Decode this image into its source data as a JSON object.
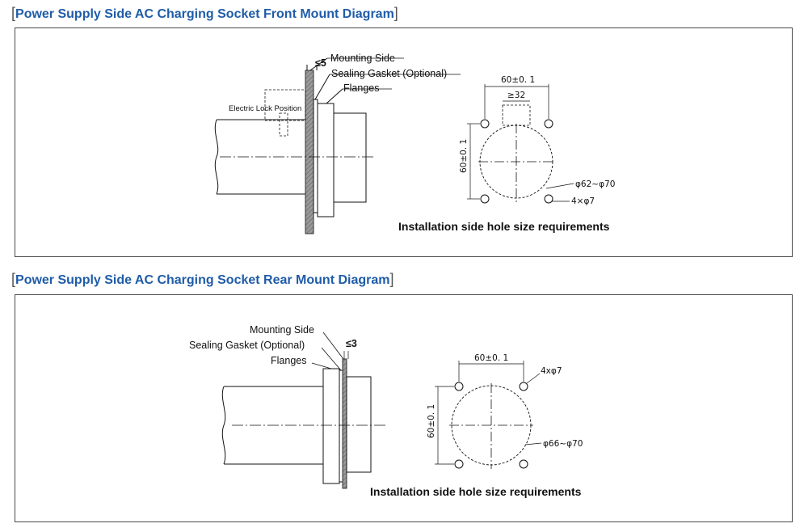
{
  "front": {
    "title": "Power Supply Side AC Charging Socket Front Mount Diagram",
    "labels": {
      "le5": "≤5",
      "mounting_side": "Mounting Side",
      "sealing_gasket": "Sealing Gasket (Optional)",
      "flanges": "Flanges",
      "electric_lock": "Electric Lock Position"
    },
    "dims": {
      "width": "60±0. 1",
      "min": "≥32",
      "height": "60±0. 1",
      "diameter": "φ62~φ70",
      "holes": "4×φ7"
    },
    "caption": "Installation side hole size requirements"
  },
  "rear": {
    "title": "Power Supply Side AC Charging Socket Rear Mount Diagram",
    "labels": {
      "mounting_side": "Mounting Side",
      "sealing_gasket": "Sealing Gasket (Optional)",
      "le3": "≤3",
      "flanges": "Flanges"
    },
    "dims": {
      "width": "60±0. 1",
      "holes": "4xφ7",
      "height": "60±0. 1",
      "diameter": "φ66~φ70"
    },
    "caption": "Installation side hole size requirements"
  },
  "colors": {
    "title": "#1f5ca8",
    "line": "#111111",
    "gasket": "#7a7a7a"
  }
}
